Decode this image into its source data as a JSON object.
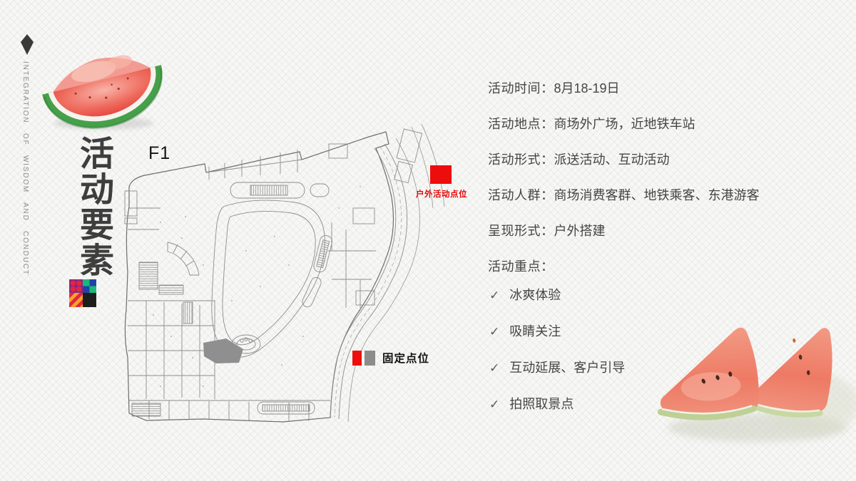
{
  "slide": {
    "decor": {
      "diamond_icon": "diamond",
      "side_caption": "INTEGRATION OF WISDOM AND CONDUCT"
    },
    "title": "活动要素",
    "plan": {
      "floor_label": "F1",
      "outdoor_marker_label": "户外活动点位",
      "legend_label": "固定点位"
    },
    "info": [
      {
        "label": "活动时间：",
        "value": "8月18-19日"
      },
      {
        "label": "活动地点：",
        "value": "商场外广场，近地铁车站"
      },
      {
        "label": "活动形式：",
        "value": "派送活动、互动活动"
      },
      {
        "label": "活动人群：",
        "value": "商场消费客群、地铁乘客、东港游客"
      },
      {
        "label": "呈现形式：",
        "value": "户外搭建"
      },
      {
        "label": "活动重点：",
        "value": ""
      }
    ],
    "highlights": {
      "check_glyph": "✓",
      "items": [
        "冰爽体验",
        "吸睛关注",
        "互动延展、客户引导",
        "拍照取景点"
      ]
    },
    "colors": {
      "accent_red": "#ee0d0d",
      "marker_text_red": "#e60404",
      "legend_gray": "#8c8c8c",
      "body_text": "#454545",
      "title_text": "#3e3e3e",
      "caption_gray": "#8a8a8a",
      "logo_purple": "#8b2483",
      "logo_red": "#e02540",
      "logo_green": "#17b978",
      "logo_blue": "#2141a5",
      "logo_orange": "#f7a425",
      "logo_black": "#1d1d1d"
    }
  }
}
